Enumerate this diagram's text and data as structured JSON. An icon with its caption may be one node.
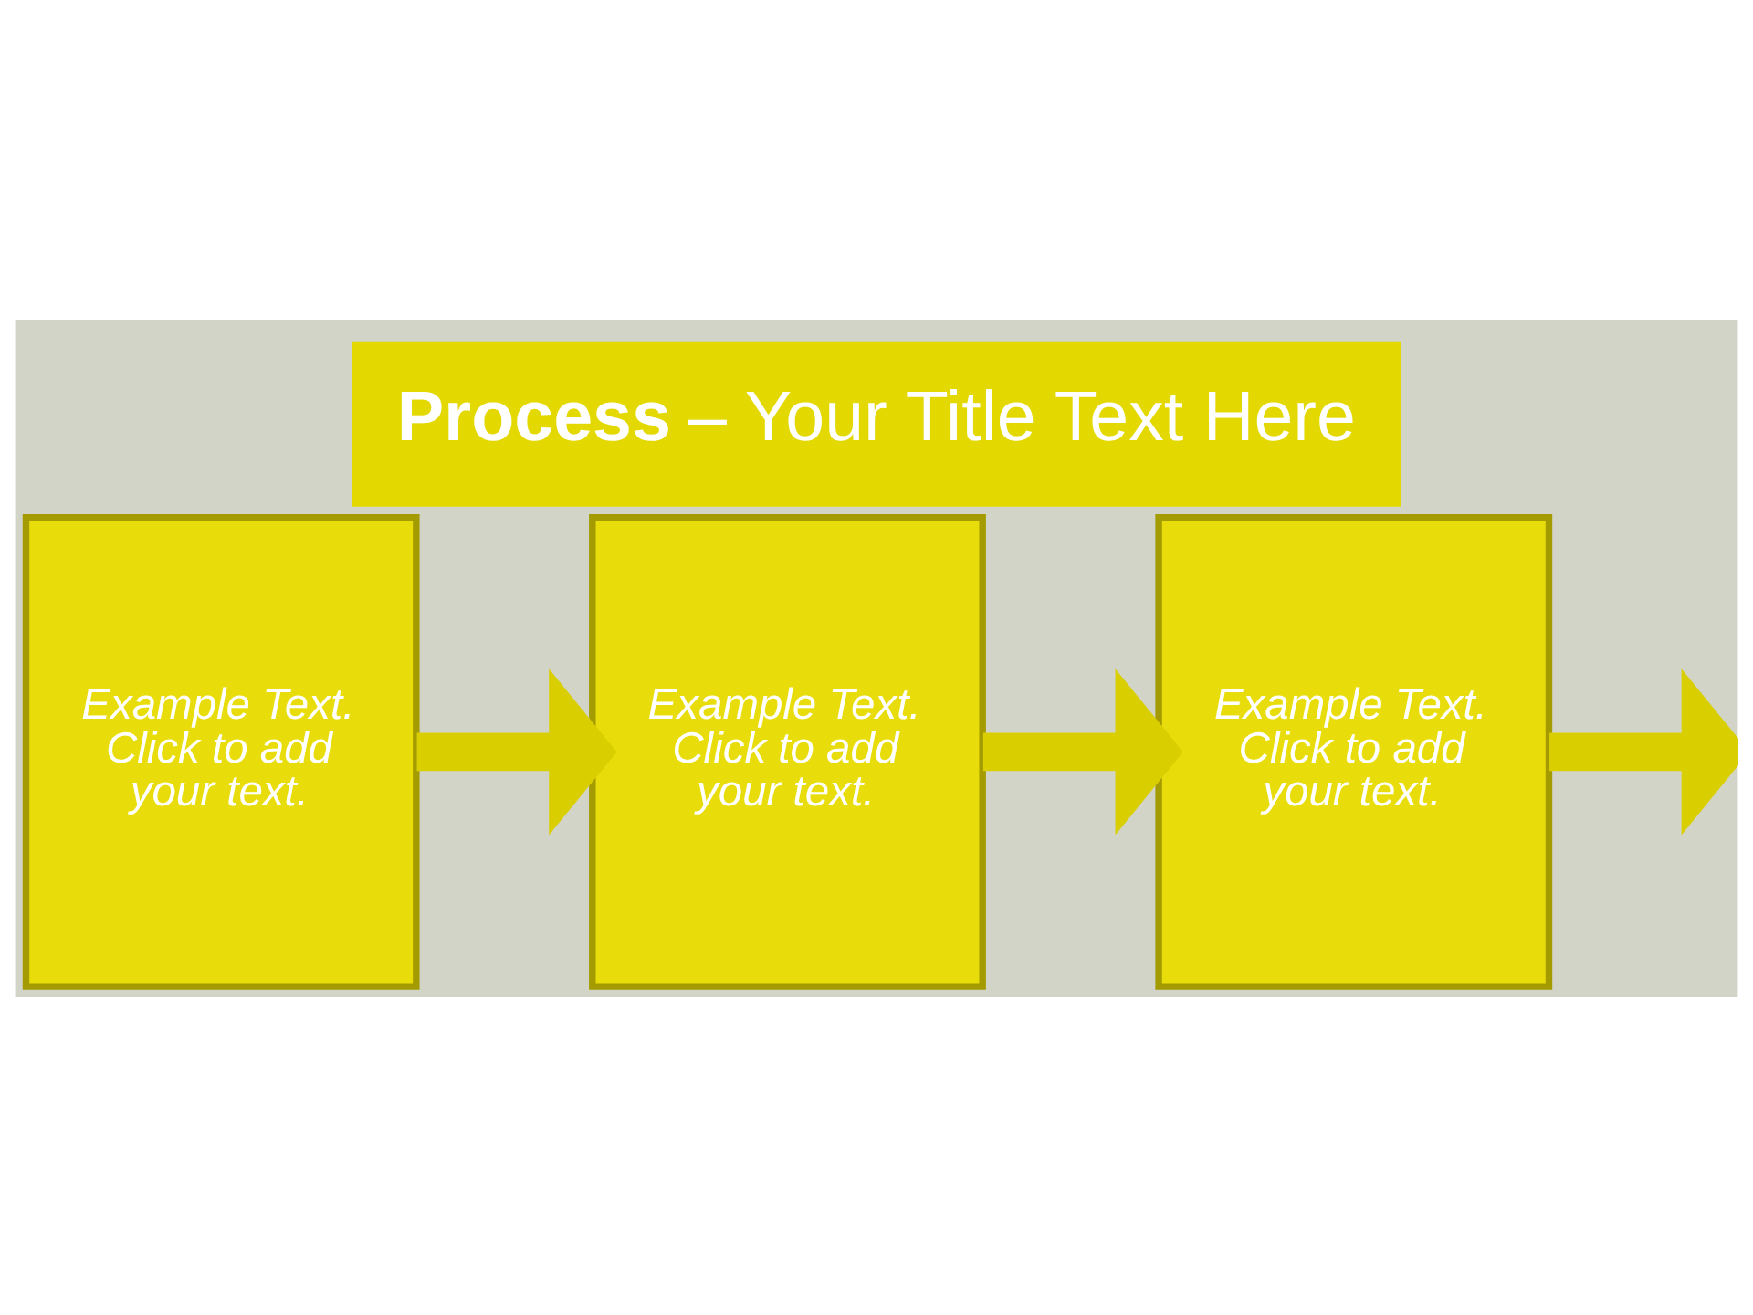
{
  "diagram": {
    "title": "**Process** – Your Title Text Here",
    "nodes": [
      {
        "text": [
          "Example Text. Click to add your text."
        ]
      },
      {
        "text": [
          "Example Text. Click to add your text."
        ]
      },
      {
        "text": [
          "Example Text. Click to add your text."
        ]
      }
    ],
    "edges": [
      {
        "from": 0,
        "to": 1,
        "arrow": "to"
      },
      {
        "from": 1,
        "to": 2,
        "arrow": "to"
      },
      {
        "from": 2,
        "to": null,
        "arrow": "to"
      }
    ]
  }
}
